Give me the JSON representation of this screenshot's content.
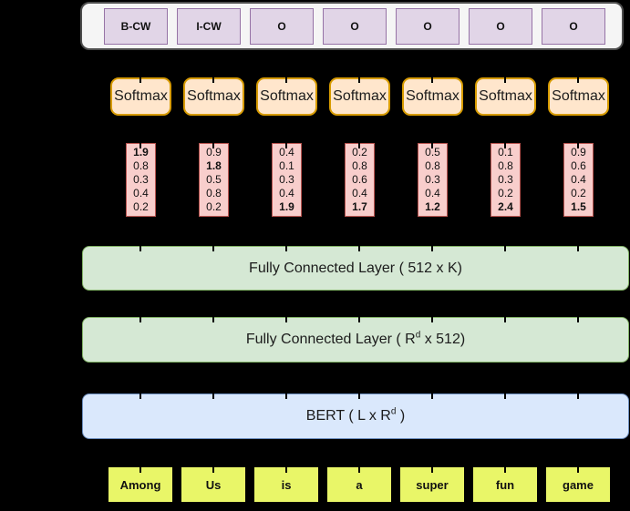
{
  "palette": {
    "background": "#000000",
    "label_bar_fill": "#f5f5f5",
    "label_bar_border": "#4d4d4d",
    "label_fill": "#e1d5e7",
    "label_border": "#9673a6",
    "softmax_fill": "#ffe6cc",
    "softmax_border": "#d79b00",
    "logit_fill": "#f8cecc",
    "logit_border": "#b85450",
    "fc_fill": "#d5e8d4",
    "fc_border": "#82b366",
    "bert_fill": "#dae8fc",
    "bert_border": "#6c8ebf",
    "token_fill": "#e9f668"
  },
  "output_labels": [
    "B-CW",
    "I-CW",
    "O",
    "O",
    "O",
    "O",
    "O"
  ],
  "softmax": {
    "label": "Softmax"
  },
  "logits": [
    {
      "values": [
        {
          "t": "1.9",
          "b": true
        },
        {
          "t": "0.8",
          "b": false
        },
        {
          "t": "0.3",
          "b": false
        },
        {
          "t": "0.4",
          "b": false
        },
        {
          "t": "0.2",
          "b": false
        }
      ]
    },
    {
      "values": [
        {
          "t": "0.9",
          "b": false
        },
        {
          "t": "1.8",
          "b": true
        },
        {
          "t": "0.5",
          "b": false
        },
        {
          "t": "0.8",
          "b": false
        },
        {
          "t": "0.2",
          "b": false
        }
      ]
    },
    {
      "values": [
        {
          "t": "0.4",
          "b": false
        },
        {
          "t": "0.1",
          "b": false
        },
        {
          "t": "0.3",
          "b": false
        },
        {
          "t": "0.4",
          "b": false
        },
        {
          "t": "1.9",
          "b": true
        }
      ]
    },
    {
      "values": [
        {
          "t": "0.2",
          "b": false
        },
        {
          "t": "0.8",
          "b": false
        },
        {
          "t": "0.6",
          "b": false
        },
        {
          "t": "0.4",
          "b": false
        },
        {
          "t": "1.7",
          "b": true
        }
      ]
    },
    {
      "values": [
        {
          "t": "0.5",
          "b": false
        },
        {
          "t": "0.8",
          "b": false
        },
        {
          "t": "0.3",
          "b": false
        },
        {
          "t": "0.4",
          "b": false
        },
        {
          "t": "1.2",
          "b": true
        }
      ]
    },
    {
      "values": [
        {
          "t": "0.1",
          "b": false
        },
        {
          "t": "0.8",
          "b": false
        },
        {
          "t": "0.3",
          "b": false
        },
        {
          "t": "0.2",
          "b": false
        },
        {
          "t": "2.4",
          "b": true
        }
      ]
    },
    {
      "values": [
        {
          "t": "0.9",
          "b": false
        },
        {
          "t": "0.6",
          "b": false
        },
        {
          "t": "0.4",
          "b": false
        },
        {
          "t": "0.2",
          "b": false
        },
        {
          "t": "1.5",
          "b": true
        }
      ]
    }
  ],
  "layers": {
    "fc1": {
      "text": "Fully Connected Layer ( 512 x K)"
    },
    "fc2": {
      "pre": "Fully Connected Layer ( R",
      "sup": "d",
      "post": " x 512)"
    },
    "bert": {
      "pre": "BERT ( L x R",
      "sup": "d",
      "post": " )"
    }
  },
  "tokens": [
    "Among",
    "Us",
    "is",
    "a",
    "super",
    "fun",
    "game"
  ]
}
